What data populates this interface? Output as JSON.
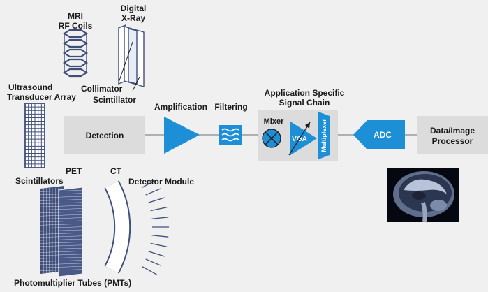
{
  "labels": {
    "mri": "MRI",
    "rf_coils": "RF Coils",
    "digital": "Digital",
    "xray": "X-Ray",
    "collimator": "Collimator",
    "scintillator": "Scintillator",
    "ultrasound": "Ultrasound",
    "transducer_array": "Transducer Array",
    "scintillators": "Scintillators",
    "pet": "PET",
    "ct": "CT",
    "detector_module": "Detector Module",
    "pmts": "Photomultiplier Tubes (PMTs)"
  },
  "chain": {
    "detection": "Detection",
    "amplification": "Amplification",
    "filtering": "Filtering",
    "asic_title_1": "Application Specific",
    "asic_title_2": "Signal Chain",
    "mixer": "Mixer",
    "vga": "VGA",
    "multiplexer": "Multiplexer",
    "adc": "ADC",
    "processor_1": "Data/Image",
    "processor_2": "Processor"
  },
  "colors": {
    "blue": "#1c8fd6",
    "gray_box": "#dcdcdc",
    "line": "#9a9a9a",
    "grid_stroke": "#3f4f7a"
  },
  "icons": {
    "rf_coils": "coil-stack-icon",
    "xray": "xray-panel-icon",
    "ultrasound": "transducer-array-icon",
    "pet": "pet-scintillator-icon",
    "ct": "ct-detector-arc-icon",
    "mixer": "mixer-cross-icon",
    "filter": "filter-wave-icon",
    "brain": "brain-mri-image"
  }
}
